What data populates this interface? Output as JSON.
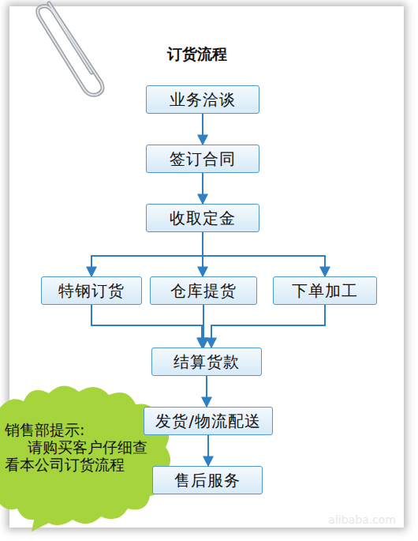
{
  "diagram": {
    "title": "订货流程",
    "nodes": [
      {
        "text": [
          "业务洽谈"
        ]
      },
      {
        "text": [
          "签订合同"
        ]
      },
      {
        "text": [
          "收取定金"
        ]
      },
      {
        "text": [
          "特钢订货"
        ]
      },
      {
        "text": [
          "仓库提货"
        ]
      },
      {
        "text": [
          "下单加工"
        ]
      },
      {
        "text": [
          "结算货款"
        ]
      },
      {
        "text": [
          "发货/物流配送"
        ]
      },
      {
        "text": [
          "售后服务"
        ]
      },
      {
        "text": [
          "销售部提示:",
          "请购买客户仔细查看本公司订货流程"
        ]
      }
    ],
    "edges": [
      {
        "from": 0,
        "to": 1,
        "arrow": "to"
      },
      {
        "from": 1,
        "to": 2,
        "arrow": "to"
      },
      {
        "from": 2,
        "to": 3,
        "arrow": "to"
      },
      {
        "from": 2,
        "to": 4,
        "arrow": "to"
      },
      {
        "from": 2,
        "to": 5,
        "arrow": "to"
      },
      {
        "from": 3,
        "to": 6,
        "arrow": "to"
      },
      {
        "from": 4,
        "to": 6,
        "arrow": "to"
      },
      {
        "from": 5,
        "to": 6,
        "arrow": "to"
      },
      {
        "from": 6,
        "to": 7,
        "arrow": "to"
      },
      {
        "from": 7,
        "to": 8,
        "arrow": "to"
      }
    ],
    "labels": [
      "alibaba.com"
    ]
  }
}
